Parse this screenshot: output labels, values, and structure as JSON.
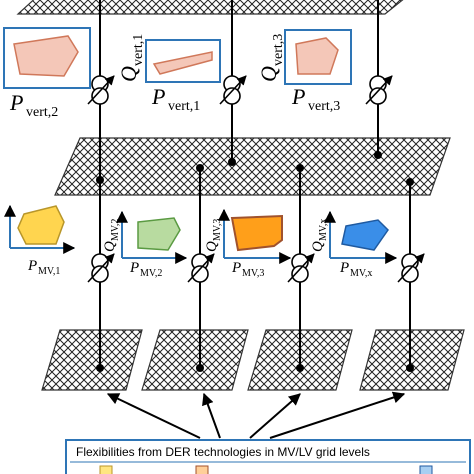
{
  "vertical_labels": {
    "p_vert_2": {
      "main": "P",
      "sub": "vert,2"
    },
    "p_vert_1": {
      "main": "P",
      "sub": "vert,1"
    },
    "p_vert_3": {
      "main": "P",
      "sub": "vert,3"
    },
    "q_vert_1": {
      "main": "Q",
      "sub": "vert,1"
    },
    "q_vert_3": {
      "main": "Q",
      "sub": "vert,3"
    }
  },
  "mv_labels": {
    "p_mv_1": {
      "main": "P",
      "sub": "MV,1"
    },
    "p_mv_2": {
      "main": "P",
      "sub": "MV,2"
    },
    "p_mv_3": {
      "main": "P",
      "sub": "MV,3"
    },
    "p_mv_x": {
      "main": "P",
      "sub": "MV,x"
    },
    "q_mv_2": {
      "main": "Q",
      "sub": "MV,2"
    },
    "q_mv_3": {
      "main": "Q",
      "sub": "MV,3"
    },
    "q_mv_x": {
      "main": "Q",
      "sub": "MV,x"
    }
  },
  "legend": {
    "text": "Flexibilities from DER technologies in MV/LV grid levels"
  },
  "colors": {
    "vert_region_fill": "#f4c7b8",
    "vert_region_stroke": "#d0785a",
    "mv1_fill": "#ffd54f",
    "mv2_fill": "#b8dba0",
    "mv3_fill": "#ff9f1a",
    "mvx_fill": "#3a8ee8",
    "frame_stroke": "#2e75b6",
    "legend_border": "#2e75b6"
  }
}
